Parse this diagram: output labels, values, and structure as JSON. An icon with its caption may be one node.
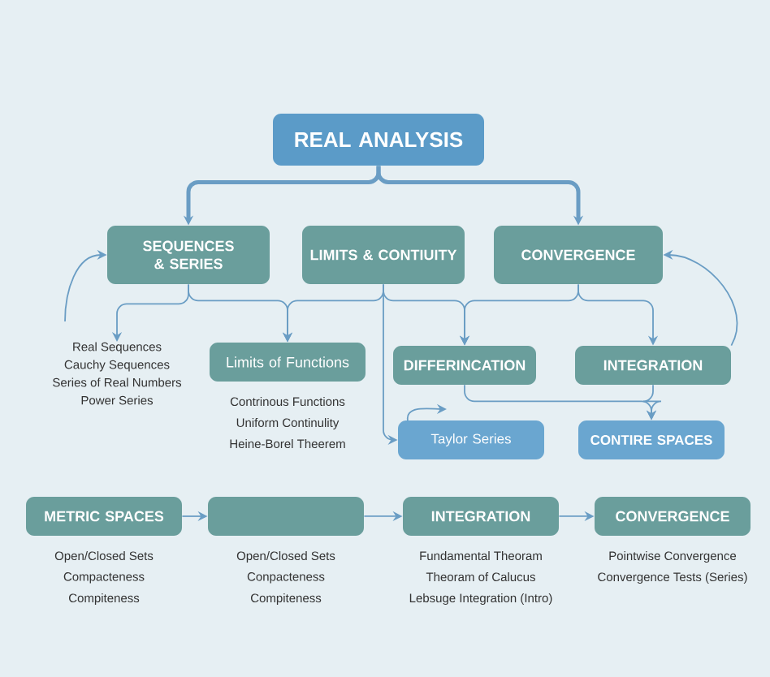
{
  "diagram": {
    "nodes": [
      {
        "text": [
          "REAL ANALYSIS"
        ]
      },
      {
        "text": [
          "SEQUENCES & SERIES"
        ]
      },
      {
        "text": [
          "LIMITS & CONTIUITY"
        ]
      },
      {
        "text": [
          "CONVERGENCE"
        ]
      },
      {
        "text": [
          "Real Sequences",
          "Cauchy Sequences",
          "Series of Real Numbers",
          "Power Series"
        ]
      },
      {
        "text": [
          "Limits of Functions"
        ],
        "beside": [
          "Contrinous Functions",
          "Uniform Continulity",
          "Heine-Borel Theerem"
        ]
      },
      {
        "text": [
          "DIFFERINCATION"
        ]
      },
      {
        "text": [
          "INTEGRATION"
        ]
      },
      {
        "text": [
          "Taylor Series"
        ]
      },
      {
        "text": [
          "CONTIRE SPACES"
        ]
      },
      {
        "text": [
          "METRIC SPACES"
        ],
        "beside": [
          "Open/Closed Sets",
          "Compacteness",
          "Compiteness"
        ]
      },
      {
        "text": [],
        "shape": "box",
        "beside": [
          "Open/Closed Sets",
          "Conpacteness",
          "Compiteness"
        ]
      },
      {
        "text": [
          "INTEGRATION"
        ],
        "beside": [
          "Fundamental Theoram",
          "Theoram of Calucus",
          "Lebsuge Integration (Intro)"
        ]
      },
      {
        "text": [
          "CONVERGENCE"
        ],
        "beside": [
          "Pointwise Convergence",
          "Convergence Tests (Series)"
        ]
      }
    ],
    "edges": [
      {
        "from": 0,
        "to": 1,
        "arrow": "to",
        "style": "thick"
      },
      {
        "from": 0,
        "to": 3,
        "arrow": "to",
        "style": "thick"
      },
      {
        "from": 1,
        "to": 4,
        "arrow": "to"
      },
      {
        "from": 1,
        "to": 5,
        "arrow": "to"
      },
      {
        "from": 2,
        "to": 5,
        "arrow": "to"
      },
      {
        "from": 2,
        "to": 6,
        "arrow": "to"
      },
      {
        "from": 2,
        "to": 8,
        "arrow": "to"
      },
      {
        "from": 3,
        "to": 6,
        "arrow": "to"
      },
      {
        "from": 3,
        "to": 7,
        "arrow": "to"
      },
      {
        "from": 4,
        "to": 1,
        "arrow": "to"
      },
      {
        "from": 7,
        "to": 3,
        "arrow": "to"
      },
      {
        "from": 8,
        "to": null,
        "arrow": "to"
      },
      {
        "from": 6,
        "to": 9,
        "arrow": "to"
      },
      {
        "from": 7,
        "to": 9,
        "arrow": "to"
      },
      {
        "from": 10,
        "to": 11,
        "arrow": "to"
      },
      {
        "from": 11,
        "to": 12,
        "arrow": "to"
      },
      {
        "from": 12,
        "to": 13,
        "arrow": "to"
      }
    ]
  }
}
